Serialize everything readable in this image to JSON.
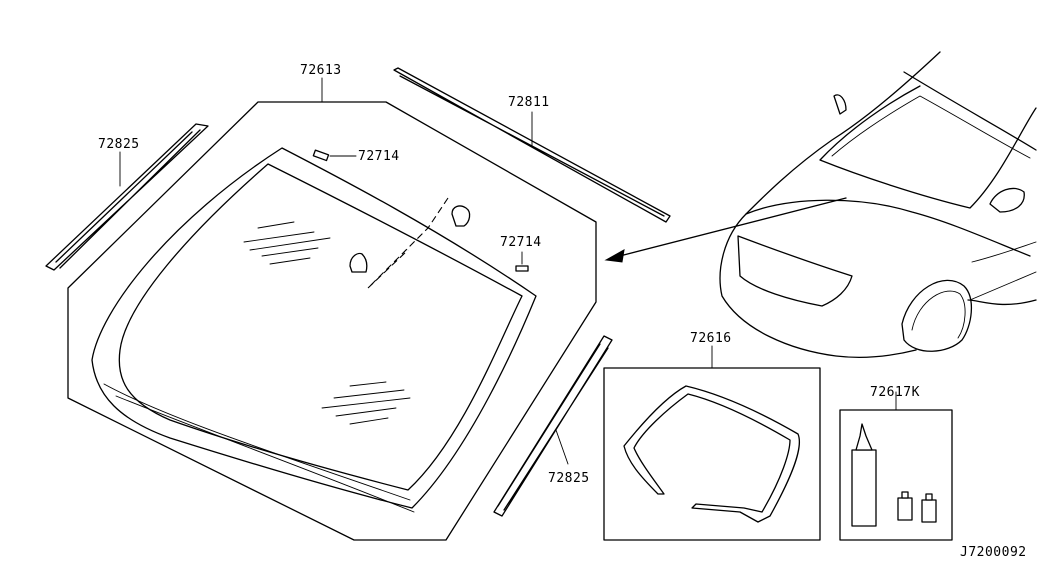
{
  "diagram": {
    "labels": {
      "windshield_glass": "72613",
      "roof_molding": "72811",
      "side_molding_left": "72825",
      "side_molding_right": "72825",
      "clip_upper": "72714",
      "clip_lower": "72714",
      "dam_rubber": "72616",
      "adhesive_kit": "72617K",
      "diagram_code": "J7200092"
    }
  }
}
